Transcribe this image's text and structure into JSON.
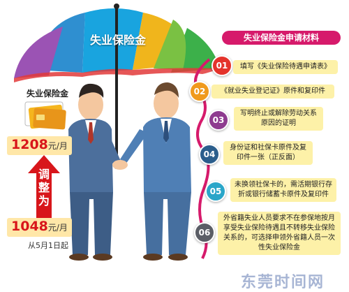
{
  "umbrella": {
    "title": "失业保险金"
  },
  "card": {
    "label": "失业保险金"
  },
  "amounts": {
    "new_value": "1208",
    "new_unit": "元/月",
    "old_value": "1048",
    "old_unit": "元/月",
    "adjust_label": "调整为",
    "effective": "从5月1日起"
  },
  "materials": {
    "title": "失业保险金申请材料",
    "items": [
      {
        "num": "01",
        "text": "填写《失业保险待遇申请表》"
      },
      {
        "num": "02",
        "text": "《就业失业登记证》原件和复印件"
      },
      {
        "num": "03",
        "text": "写明终止或解除劳动关系原因的证明"
      },
      {
        "num": "04",
        "text": "身份证和社保卡原件及复印件一张（正反面）"
      },
      {
        "num": "05",
        "text": "未换领社保卡的，需活期银行存折或银行储蓄卡原件及复印件"
      },
      {
        "num": "06",
        "text": "外省籍失业人员要求不在参保地按月享受失业保险待遇且不转移失业保险关系的，可选择申领外省籍人员一次性失业保险金"
      }
    ]
  },
  "watermark": "东莞时间网",
  "colors": {
    "badge1": "#e4332b",
    "badge2": "#f09a1d",
    "badge3": "#8e3b8f",
    "badge4": "#2b5e8c",
    "badge5": "#2aa6c9",
    "badge6": "#5b5e66",
    "accent": "#d61a6b",
    "amount": "#d8161b",
    "note_bg": "#fdf1a8"
  }
}
